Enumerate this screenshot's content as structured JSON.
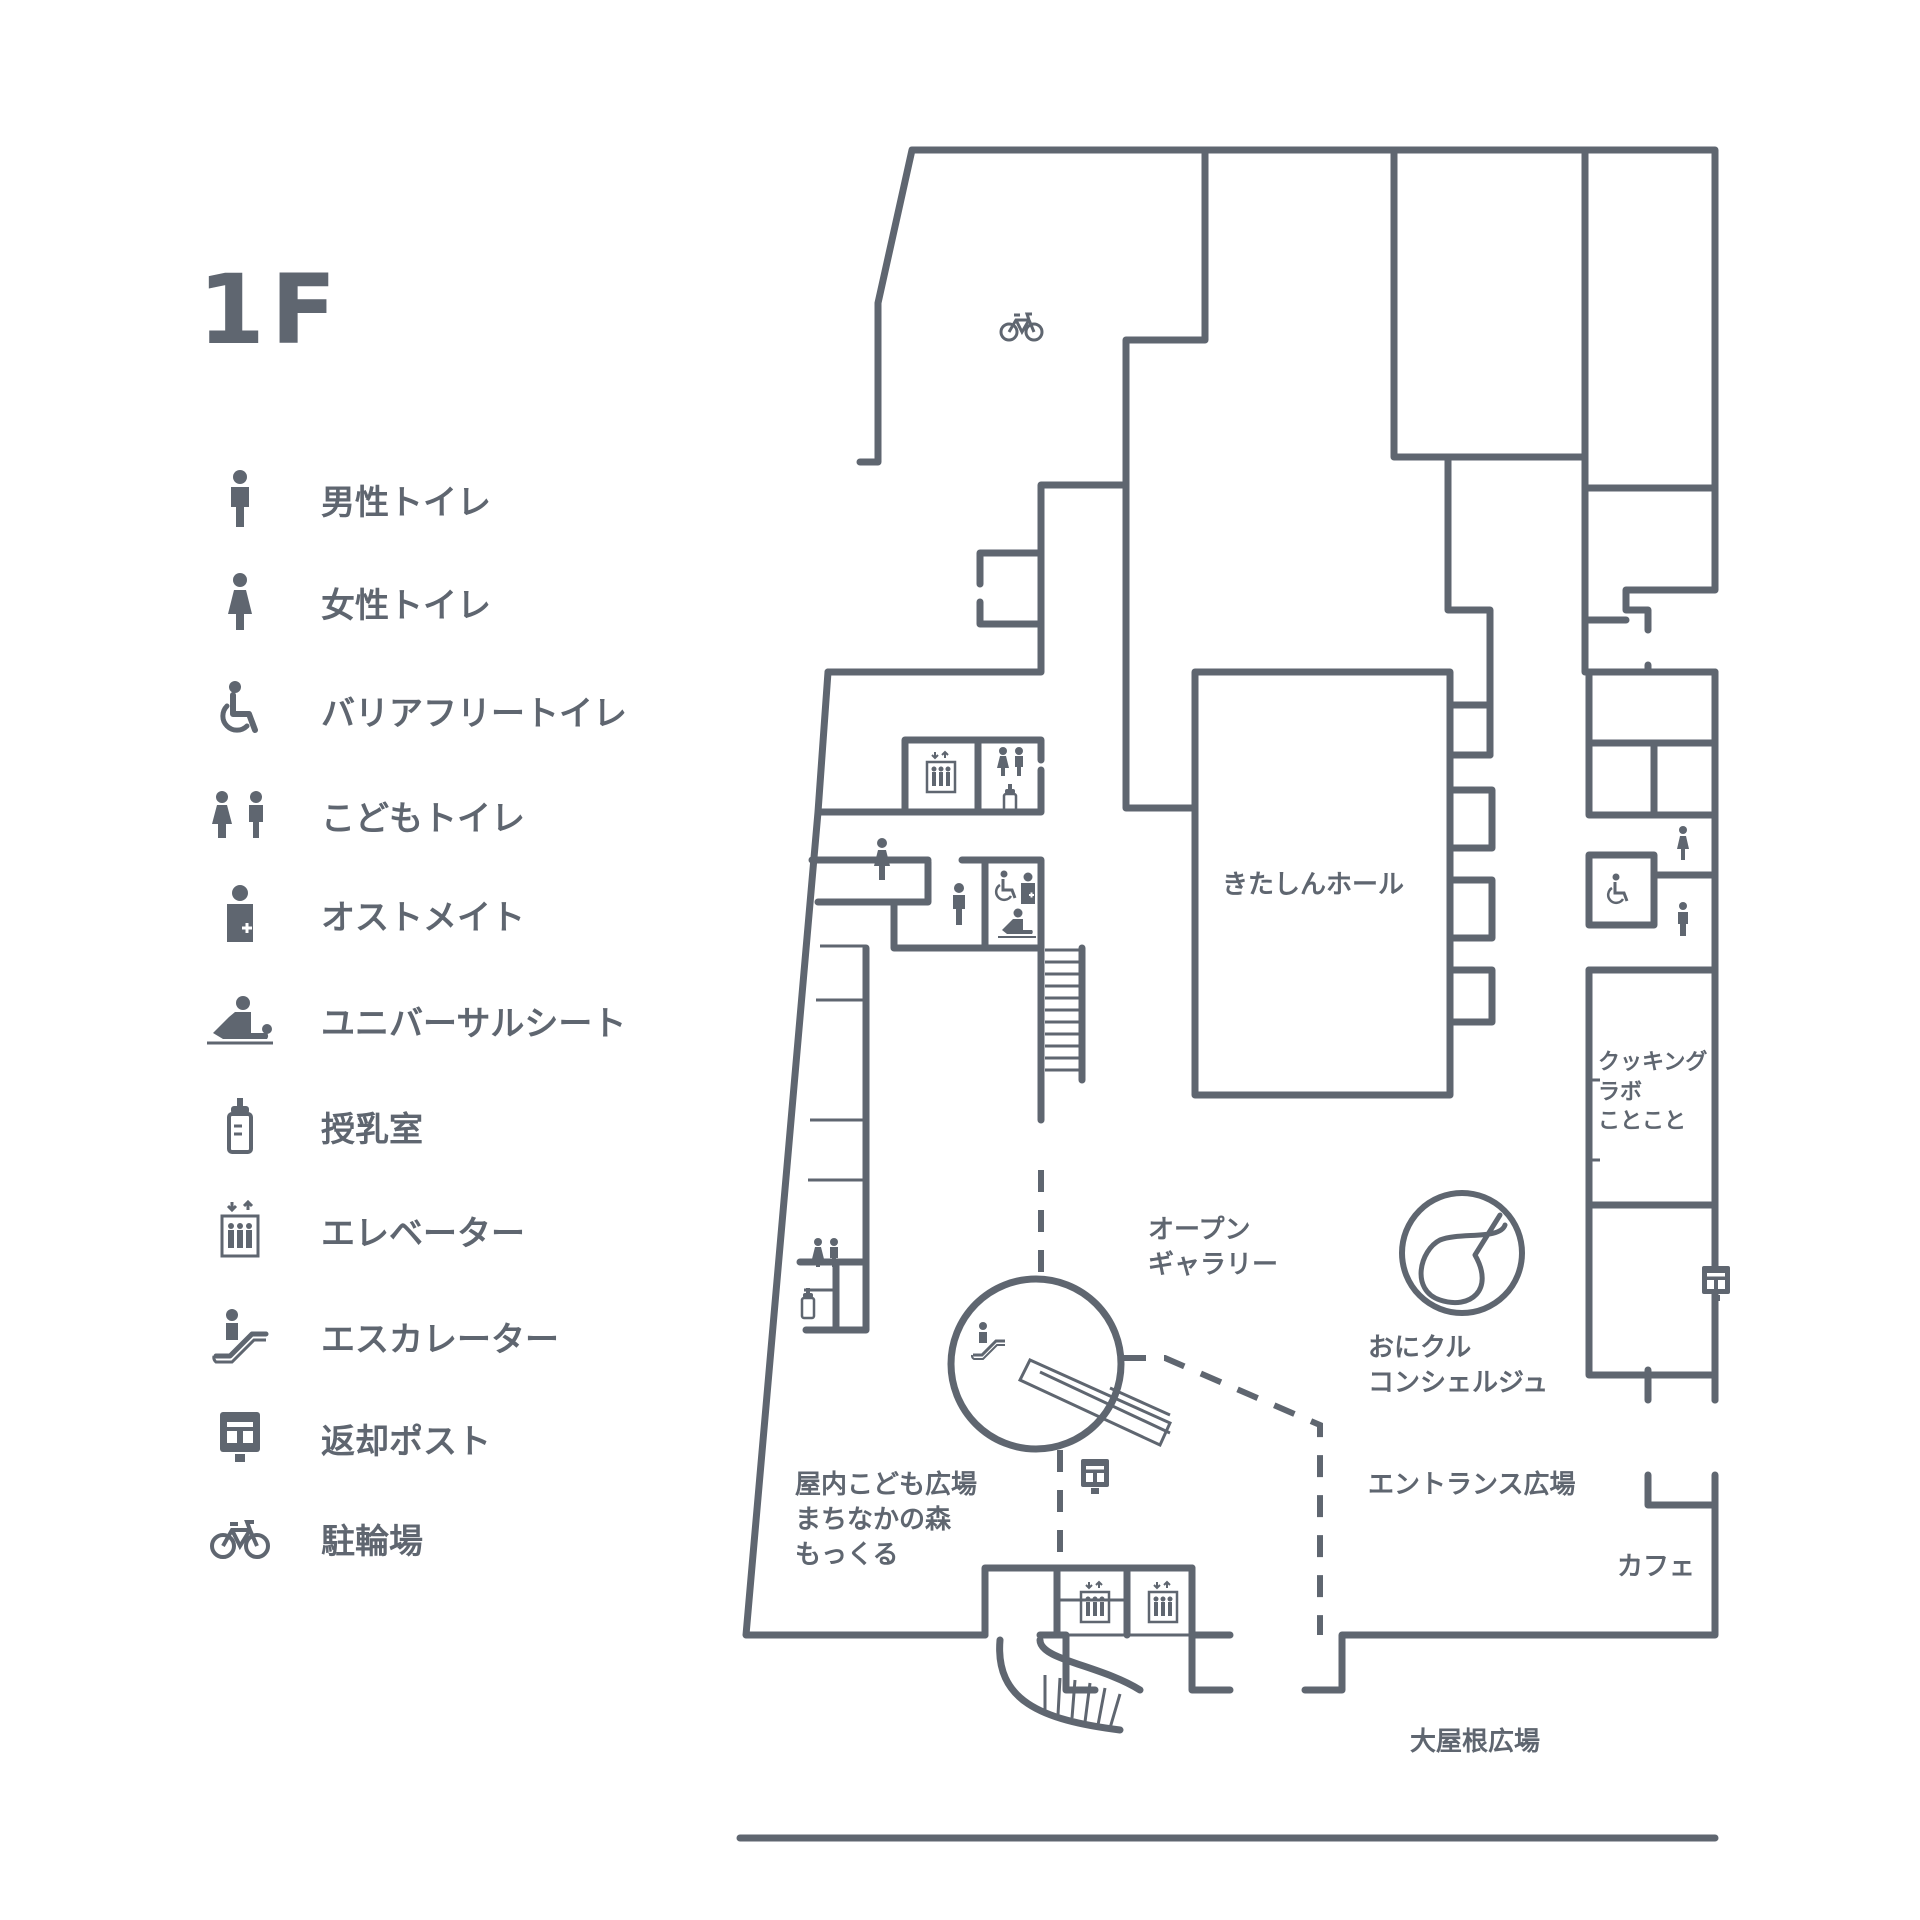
{
  "floor": "1F",
  "legend": [
    {
      "icon": "male-toilet-icon",
      "label": "男性トイレ"
    },
    {
      "icon": "female-toilet-icon",
      "label": "女性トイレ"
    },
    {
      "icon": "barrier-free-toilet-icon",
      "label": "バリアフリートイレ"
    },
    {
      "icon": "kids-toilet-icon",
      "label": "こどもトイレ"
    },
    {
      "icon": "ostomate-icon",
      "label": "オストメイト"
    },
    {
      "icon": "universal-sheet-icon",
      "label": "ユニバーサルシート"
    },
    {
      "icon": "nursing-room-icon",
      "label": "授乳室"
    },
    {
      "icon": "elevator-icon",
      "label": "エレベーター"
    },
    {
      "icon": "escalator-icon",
      "label": "エスカレーター"
    },
    {
      "icon": "return-post-icon",
      "label": "返却ポスト"
    },
    {
      "icon": "bicycle-parking-icon",
      "label": "駐輪場"
    }
  ],
  "rooms": {
    "hall": "きたしんホール",
    "gallery": "オープン\nギャラリー",
    "concierge": "おにクル\nコンシェルジュ",
    "kids_plaza": "屋内こども広場\nまちなかの森\nもっくる",
    "entrance": "エントランス広場",
    "cafe": "カフェ",
    "cooking": "クッキング\nラボ\nことこと",
    "roof_plaza": "大屋根広場"
  },
  "colors": {
    "line": "#5f6670",
    "background": "#ffffff"
  }
}
